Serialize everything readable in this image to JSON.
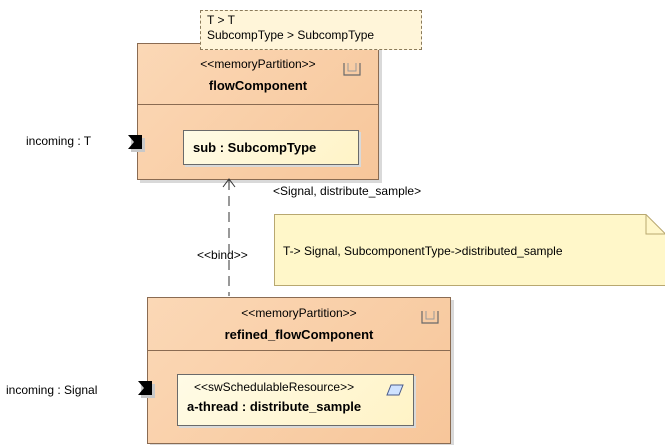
{
  "template_params": {
    "line1": "T > T",
    "line2": "SubcompType > SubcompType"
  },
  "flow_component": {
    "stereotype": "<<memoryPartition>>",
    "name": "flowComponent",
    "part_label": "sub : SubcompType",
    "port_label": "incoming : T"
  },
  "connector": {
    "bind_label": "<<bind>>",
    "signal_label": "<Signal, distribute_sample>"
  },
  "note": {
    "text": "T-> Signal, SubcomponentType->distributed_sample"
  },
  "refined_component": {
    "stereotype": "<<memoryPartition>>",
    "name": "refined_flowComponent",
    "part_stereotype": "<<swSchedulableResource>>",
    "part_label": "a-thread : distribute_sample",
    "port_label": "incoming : Signal"
  },
  "colors": {
    "class_fill": "#f7c69a",
    "part_fill": "#fff3c6",
    "note_fill": "#fff7c9"
  },
  "icons": [
    "structure-icon",
    "port-icon",
    "resource-icon",
    "folded-corner-icon"
  ]
}
